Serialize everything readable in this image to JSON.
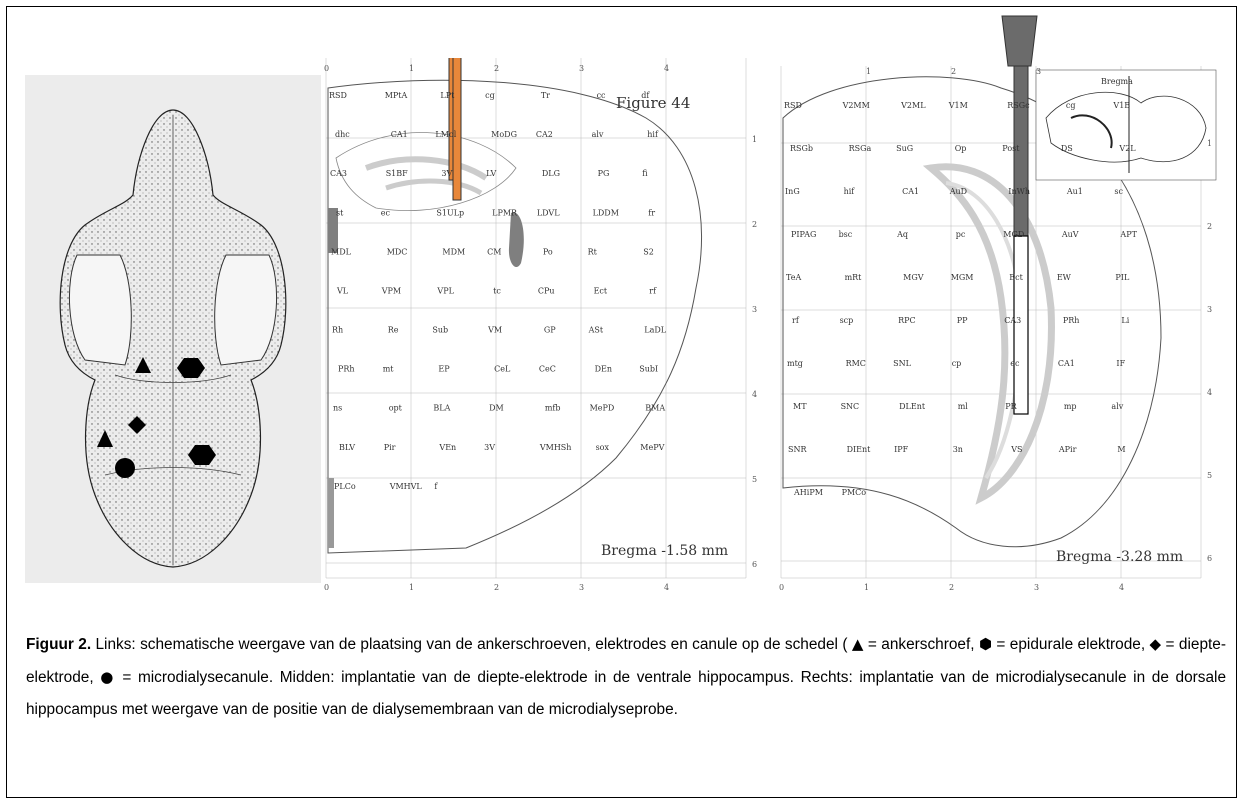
{
  "left_atlas": {
    "figure_label": "Figure 44",
    "bregma_label": "Bregma -1.58 mm",
    "top_ticks": [
      "0",
      "1",
      "2",
      "3",
      "4"
    ],
    "bottom_ticks": [
      "0",
      "1",
      "2",
      "3",
      "4"
    ],
    "side_ticks": [
      "1",
      "2",
      "3",
      "4",
      "5",
      "6"
    ],
    "regions": [
      "RSD",
      "MPtA",
      "LPt",
      "cg",
      "Tr",
      "cc",
      "df",
      "dhc",
      "CA1",
      "LMol",
      "MoDG",
      "CA2",
      "alv",
      "hif",
      "CA3",
      "S1BF",
      "3V",
      "LV",
      "DLG",
      "PG",
      "fi",
      "st",
      "ec",
      "S1ULp",
      "LPMR",
      "LDVL",
      "LDDM",
      "fr",
      "MDL",
      "MDC",
      "MDM",
      "CM",
      "Po",
      "Rt",
      "S2",
      "VL",
      "VPM",
      "VPL",
      "tc",
      "CPu",
      "Ect",
      "rf",
      "Rh",
      "Re",
      "Sub",
      "VM",
      "GP",
      "ASt",
      "LaDL",
      "PRh",
      "mt",
      "EP",
      "CeL",
      "CeC",
      "DEn",
      "SubI",
      "ns",
      "opt",
      "BLA",
      "DM",
      "mfb",
      "MePD",
      "BMA",
      "BLV",
      "Pir",
      "VEn",
      "3V",
      "VMHSh",
      "sox",
      "MePV",
      "PLCo",
      "VMHVL",
      "f"
    ]
  },
  "right_atlas": {
    "bregma_label": "Bregma -3.28 mm",
    "top_ticks": [
      "1",
      "2",
      "3"
    ],
    "bottom_ticks": [
      "0",
      "1",
      "2",
      "3",
      "4"
    ],
    "side_ticks": [
      "1",
      "2",
      "3",
      "4",
      "5",
      "6"
    ],
    "inset_label": "Bregma",
    "regions": [
      "RSD",
      "V2MM",
      "V2ML",
      "V1M",
      "RSGc",
      "cg",
      "V1B",
      "RSGb",
      "RSGa",
      "SuG",
      "Op",
      "Post",
      "DS",
      "V2L",
      "InG",
      "hif",
      "CA1",
      "AuD",
      "InWh",
      "Au1",
      "sc",
      "PIPAG",
      "bsc",
      "Aq",
      "pc",
      "MGD",
      "AuV",
      "APT",
      "TeA",
      "mRt",
      "MGV",
      "MGM",
      "Ect",
      "EW",
      "PIL",
      "rf",
      "scp",
      "RPC",
      "PP",
      "CA3",
      "PRh",
      "Li",
      "mtg",
      "RMC",
      "SNL",
      "cp",
      "ec",
      "CA1",
      "IF",
      "MT",
      "SNC",
      "DLEnt",
      "ml",
      "PR",
      "mp",
      "alv",
      "SNR",
      "DIEnt",
      "IPF",
      "3n",
      "VS",
      "APir",
      "M",
      "AHiPM",
      "PMCo"
    ]
  },
  "caption": {
    "label": "Figuur 2.",
    "part1": " Links: schematische weergave van de plaatsing van de ankerschroeven, elektrodes en canule op de schedel (",
    "triangle_text": " = ankerschroef, ",
    "hexagon_text": " = epidurale elektrode, ",
    "diamond_text": " = diepte-elektrode, ",
    "circle_text": " = microdialysecanule. Midden: implantatie van de diepte-elektrode in de ventrale hippocampus. Rechts: implantatie van de microdialysecanule in de dorsale hippocampus met weergave van de positie van de dialysemembraan van de microdialyseprobe."
  },
  "colors": {
    "electrode_orange": "#e8873a",
    "cannula_gray": "#6b6b6b",
    "ventricle_gray": "#7f7f7f",
    "skull_bg": "#ececec"
  }
}
